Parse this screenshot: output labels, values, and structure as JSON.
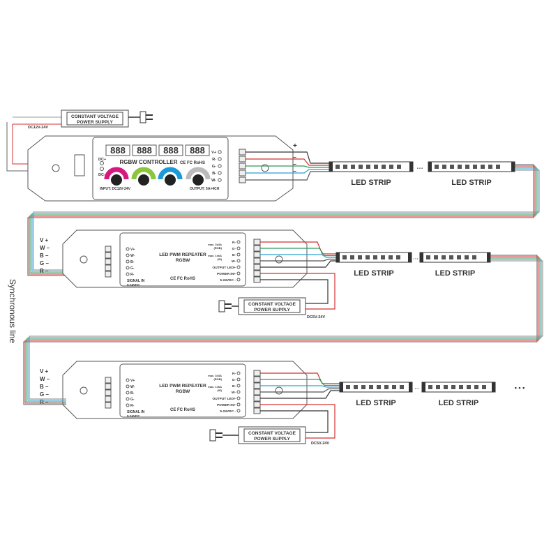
{
  "side_label": "Synchronous line",
  "psu_label_1": "CONSTANT VOLTAGE",
  "psu_label_2": "POWER SUPPLY",
  "controller": {
    "input_voltage": "DC12V-24V",
    "title": "RGBW  CONTROLLER",
    "certs": "CE FC RoHS",
    "dc_plus": "DC+",
    "dc_minus": "DC-",
    "input_label": "INPUT: DC12V-24V",
    "output_label": "OUTPUT: 5A×4CH",
    "outputs": [
      "V+",
      "R-",
      "G-",
      "B-",
      "W-"
    ],
    "display": "888",
    "knob_colors": [
      "#d6197f",
      "#8cc63f",
      "#1a9ad6",
      "#bbbbbb"
    ],
    "plus": "+",
    "minus": "–"
  },
  "repeater": {
    "title_1": "LED PWM REPEATER",
    "title_2": "RGBW",
    "inputs": [
      "V+",
      "W-",
      "B-",
      "G-",
      "R-"
    ],
    "signal_in": "SIGNAL IN",
    "signal_volt": "5-24VDC",
    "outputs": [
      "R-",
      "G-",
      "B-",
      "W-",
      "OUTPUT LED+",
      "POWER IN+",
      "5-24VDC -"
    ],
    "rating_rgb": "max. 3x3A",
    "rgb": "(RGB)",
    "rating_w": "max. 1x6A",
    "w": "(W)",
    "certs": "CE FC RoHS",
    "supply_voltage": "DC5V-24V",
    "wire_labels": [
      "V +",
      "W –",
      "B –",
      "G –",
      "R –"
    ]
  },
  "led_strip_label": "LED STRIP",
  "ellipsis": "•  •  •",
  "wire_colors": {
    "red": "#d43030",
    "green": "#2a9a5a",
    "blue": "#2aa0d0",
    "black": "#333333",
    "gray": "#999999"
  }
}
